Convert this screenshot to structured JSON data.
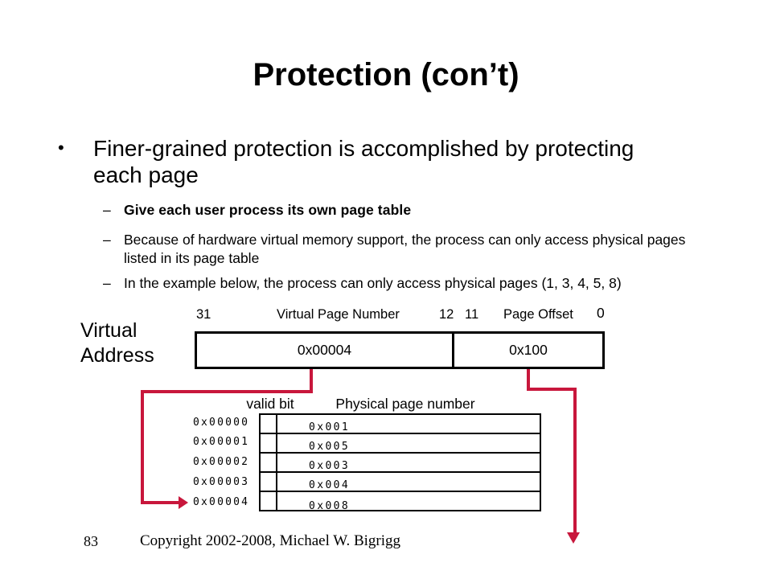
{
  "slide": {
    "title": "Protection (con’t)",
    "bullet": {
      "marker": "•",
      "text": "Finer-grained protection is accomplished by protecting each page"
    },
    "sub_bullets": [
      {
        "dash": "–",
        "text": "Give each user process its own page table"
      },
      {
        "dash": "–",
        "text": "Because of hardware virtual memory support, the process can only access physical pages listed in its  page table"
      },
      {
        "dash": "–",
        "text": "In the example below, the process can only access physical pages (1, 3, 4, 5, 8)"
      }
    ]
  },
  "virtual_address": {
    "label_line1": "Virtual",
    "label_line2": "Address",
    "bit_labels": {
      "high": "31",
      "vpn_title": "Virtual Page Number",
      "split_left": "12",
      "split_right": "11",
      "offset_title": "Page Offset",
      "low": "0"
    },
    "vpn_value": "0x00004",
    "offset_value": "0x100"
  },
  "page_table": {
    "header_valid": "valid bit",
    "header_ppn": "Physical page number",
    "rows": [
      {
        "index": "0x00000",
        "valid": "",
        "ppn": "0x001"
      },
      {
        "index": "0x00001",
        "valid": "",
        "ppn": "0x005"
      },
      {
        "index": "0x00002",
        "valid": "",
        "ppn": "0x003"
      },
      {
        "index": "0x00003",
        "valid": "",
        "ppn": "0x004"
      },
      {
        "index": "0x00004",
        "valid": "",
        "ppn": "0x008"
      }
    ]
  },
  "colors": {
    "arrow": "#c8173c",
    "text": "#000000",
    "background": "#ffffff"
  },
  "footer": {
    "slide_number": "83",
    "copyright": "Copyright 2002-2008, Michael W. Bigrigg"
  }
}
